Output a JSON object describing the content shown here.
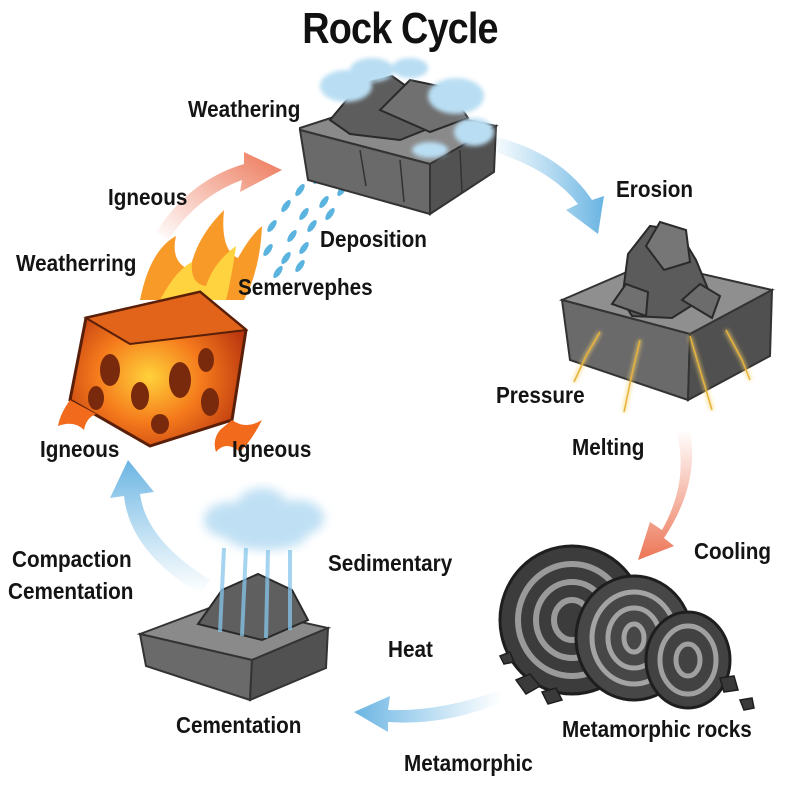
{
  "title": "Rock Cycle",
  "labels": {
    "weathering_top": "Weathering",
    "erosion": "Erosion",
    "igneous_top": "Igneous",
    "deposition": "Deposition",
    "weatherring": "Weatherring",
    "semervephes": "Semervephes",
    "pressure": "Pressure",
    "melting": "Melting",
    "igneous_left": "Igneous",
    "igneous_right": "Igneous",
    "cooling": "Cooling",
    "compaction": "Compaction",
    "cementation_left": "Cementation",
    "sedimentary": "Sedimentary",
    "heat": "Heat",
    "cementation_bottom": "Cementation",
    "metamorphic_rocks": "Metamorphic rocks",
    "metamorphic_bottom": "Metamorphic"
  },
  "icons": {
    "top": "weathered-rock-block-icon",
    "right": "pressurized-rock-block-icon",
    "bottom_right": "metamorphic-swirl-rocks-icon",
    "bottom_left": "sedimentary-rock-block-icon",
    "left": "molten-igneous-rock-icon"
  },
  "colors": {
    "blue_arrow": "#7cc0e8",
    "red_arrow": "#ee7a5c",
    "rock_gray": "#6e6e6e",
    "lava_orange": "#f26a1b"
  }
}
